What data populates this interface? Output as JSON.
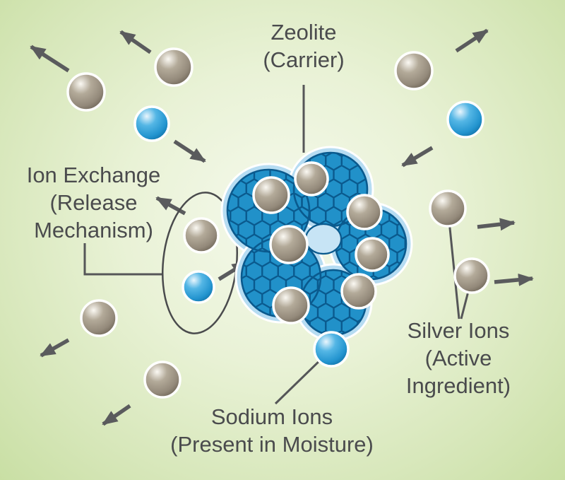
{
  "diagram": {
    "title": "Zeolite silver-ion antimicrobial mechanism diagram",
    "labels": {
      "zeolite": {
        "line1": "Zeolite",
        "line2": "(Carrier)"
      },
      "ion_exchange": {
        "line1": "Ion Exchange",
        "line2": "(Release",
        "line3": "Mechanism)"
      },
      "silver_ions": {
        "line1": "Silver Ions",
        "line2": "(Active",
        "line3": "Ingredient)"
      },
      "sodium_ions": {
        "line1": "Sodium Ions",
        "line2": "(Present in Moisture)"
      }
    },
    "colors": {
      "background_center": "#f5f9ec",
      "background_edge": "#c9dfa4",
      "label_text": "#4a4b4d",
      "arrow": "#5a5b5d",
      "connector": "#555658",
      "ellipse_outline": "#4a4b4d",
      "silver_ion_base": "#9a9080",
      "sodium_ion_base": "#2f9cd6",
      "zeolite_fill": "#2191c9",
      "zeolite_edge": "#0a5a8e",
      "zeolite_halo": "#b6dcf2",
      "sphere_outline": "#ffffff"
    },
    "icons": {
      "silver_ion": "silver-ion-sphere",
      "sodium_ion": "sodium-ion-sphere",
      "zeolite": "zeolite-cage-cluster",
      "arrow": "direction-arrow"
    }
  }
}
